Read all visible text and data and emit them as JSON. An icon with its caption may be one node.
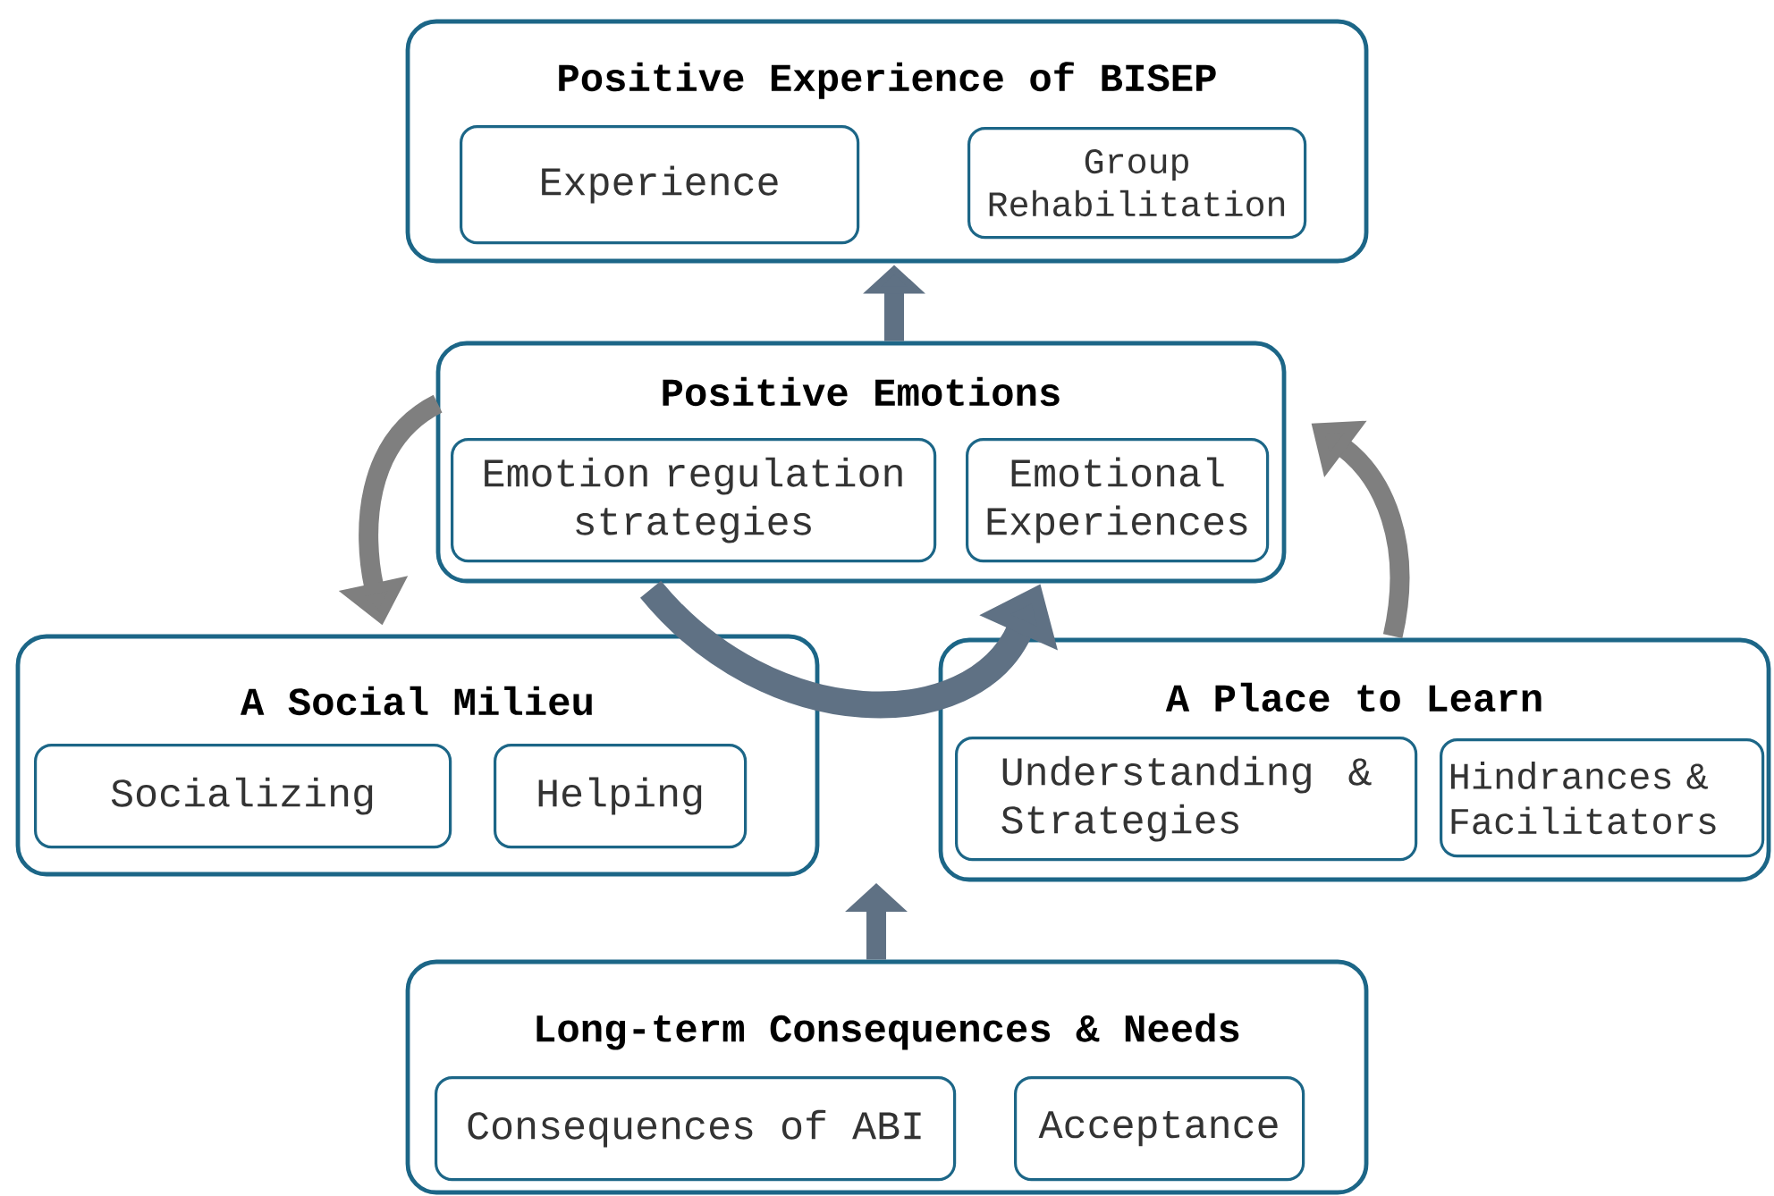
{
  "diagram": {
    "nodes": [
      {
        "text": [
          "Positive Experience of BISEP"
        ]
      },
      {
        "text": [
          "Experience"
        ],
        "in": 0
      },
      {
        "text": [
          "Group Rehabilitation"
        ],
        "in": 0
      },
      {
        "text": [
          "Positive Emotions"
        ]
      },
      {
        "text": [
          "Emotion regulation strategies"
        ],
        "in": 3
      },
      {
        "text": [
          "Emotional Experiences"
        ],
        "in": 3
      },
      {
        "text": [
          "A Social Milieu"
        ]
      },
      {
        "text": [
          "Socializing"
        ],
        "in": 6
      },
      {
        "text": [
          "Helping"
        ],
        "in": 6
      },
      {
        "text": [
          "A Place to Learn"
        ]
      },
      {
        "text": [
          "Understanding & Strategies"
        ],
        "in": 9
      },
      {
        "text": [
          "Hindrances & Facilitators"
        ],
        "in": 9
      },
      {
        "text": [
          "Long-term Consequences & Needs"
        ]
      },
      {
        "text": [
          "Consequences of ABI"
        ],
        "in": 12
      },
      {
        "text": [
          "Acceptance"
        ],
        "in": 12
      }
    ],
    "edges": [
      {
        "from": 3,
        "to": 0,
        "arrow": "to"
      },
      {
        "from": 3,
        "to": 6,
        "arrow": "to",
        "color": "#7f7f7f"
      },
      {
        "from": 4,
        "to": 5,
        "arrow": "to"
      },
      {
        "from": 9,
        "to": 3,
        "arrow": "to",
        "color": "#7f7f7f"
      },
      {
        "from": 12,
        "to": null,
        "arrow": "to"
      }
    ]
  }
}
